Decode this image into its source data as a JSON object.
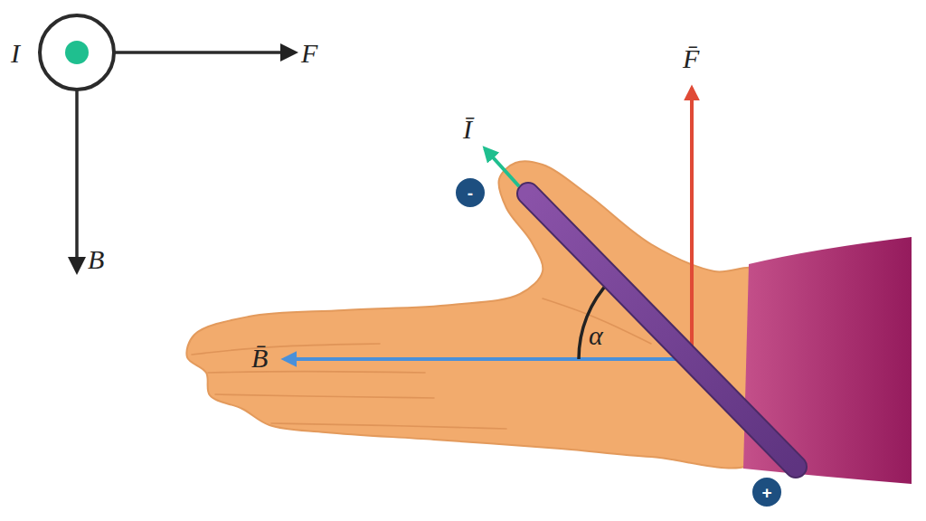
{
  "diagram": {
    "nodes": [
      {
        "text": [
          "-"
        ]
      },
      {
        "text": [
          "+"
        ]
      }
    ],
    "labels": [
      "I",
      "F",
      "B",
      "F̄",
      "Ī",
      "B̄",
      "α"
    ]
  }
}
